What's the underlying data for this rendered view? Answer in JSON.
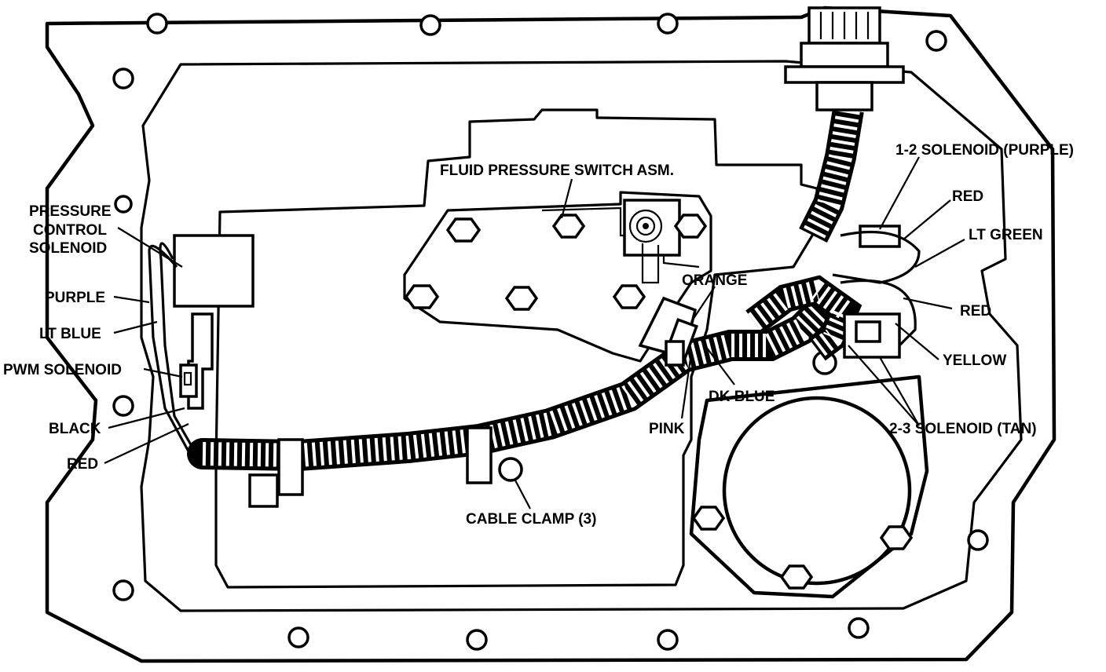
{
  "labels": {
    "pressure_control_solenoid_1": "PRESSURE",
    "pressure_control_solenoid_2": "CONTROL",
    "pressure_control_solenoid_3": "SOLENOID",
    "purple": "PURPLE",
    "lt_blue": "LT BLUE",
    "pwm_solenoid": "PWM SOLENOID",
    "black": "BLACK",
    "red_left": "RED",
    "fluid_pressure_switch": "FLUID PRESSURE SWITCH ASM.",
    "orange": "ORANGE",
    "pink": "PINK",
    "dk_blue": "DK BLUE",
    "cable_clamp": "CABLE CLAMP (3)",
    "solenoid_1_2": "1-2 SOLENOID (PURPLE)",
    "red_top": "RED",
    "lt_green": "LT GREEN",
    "red_mid": "RED",
    "yellow": "YELLOW",
    "solenoid_2_3": "2-3 SOLENOID (TAN)"
  },
  "colors": {
    "ink": "#000000",
    "paper": "#ffffff"
  }
}
